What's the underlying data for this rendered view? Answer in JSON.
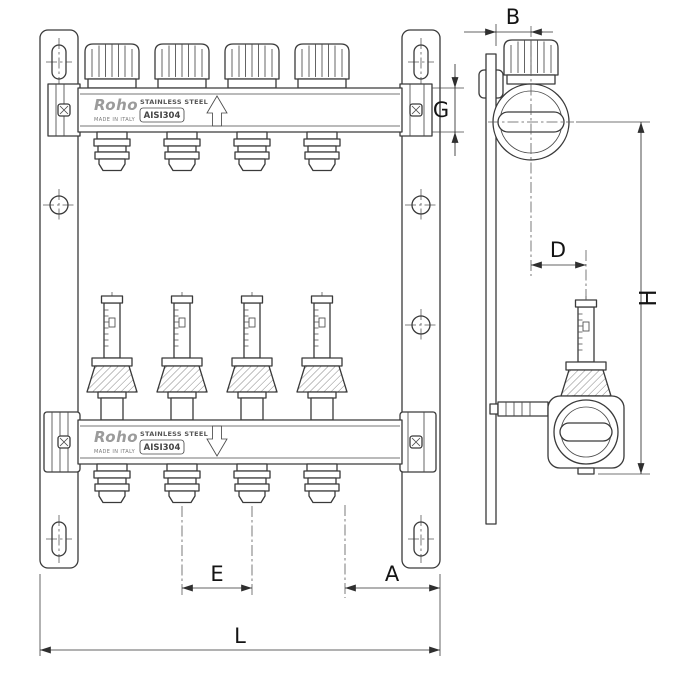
{
  "branding": {
    "brand": "Roho",
    "made_in": "MADE IN ITALY",
    "material": "STAINLESS STEEL",
    "alloy": "AISI304"
  },
  "dims": {
    "B": "B",
    "G": "G",
    "D": "D",
    "H": "H",
    "E": "E",
    "A": "A",
    "L": "L"
  },
  "colors": {
    "line": "#3a3a3a",
    "dimension_text": "#141414",
    "brand_gray": "#9b9b9b"
  }
}
